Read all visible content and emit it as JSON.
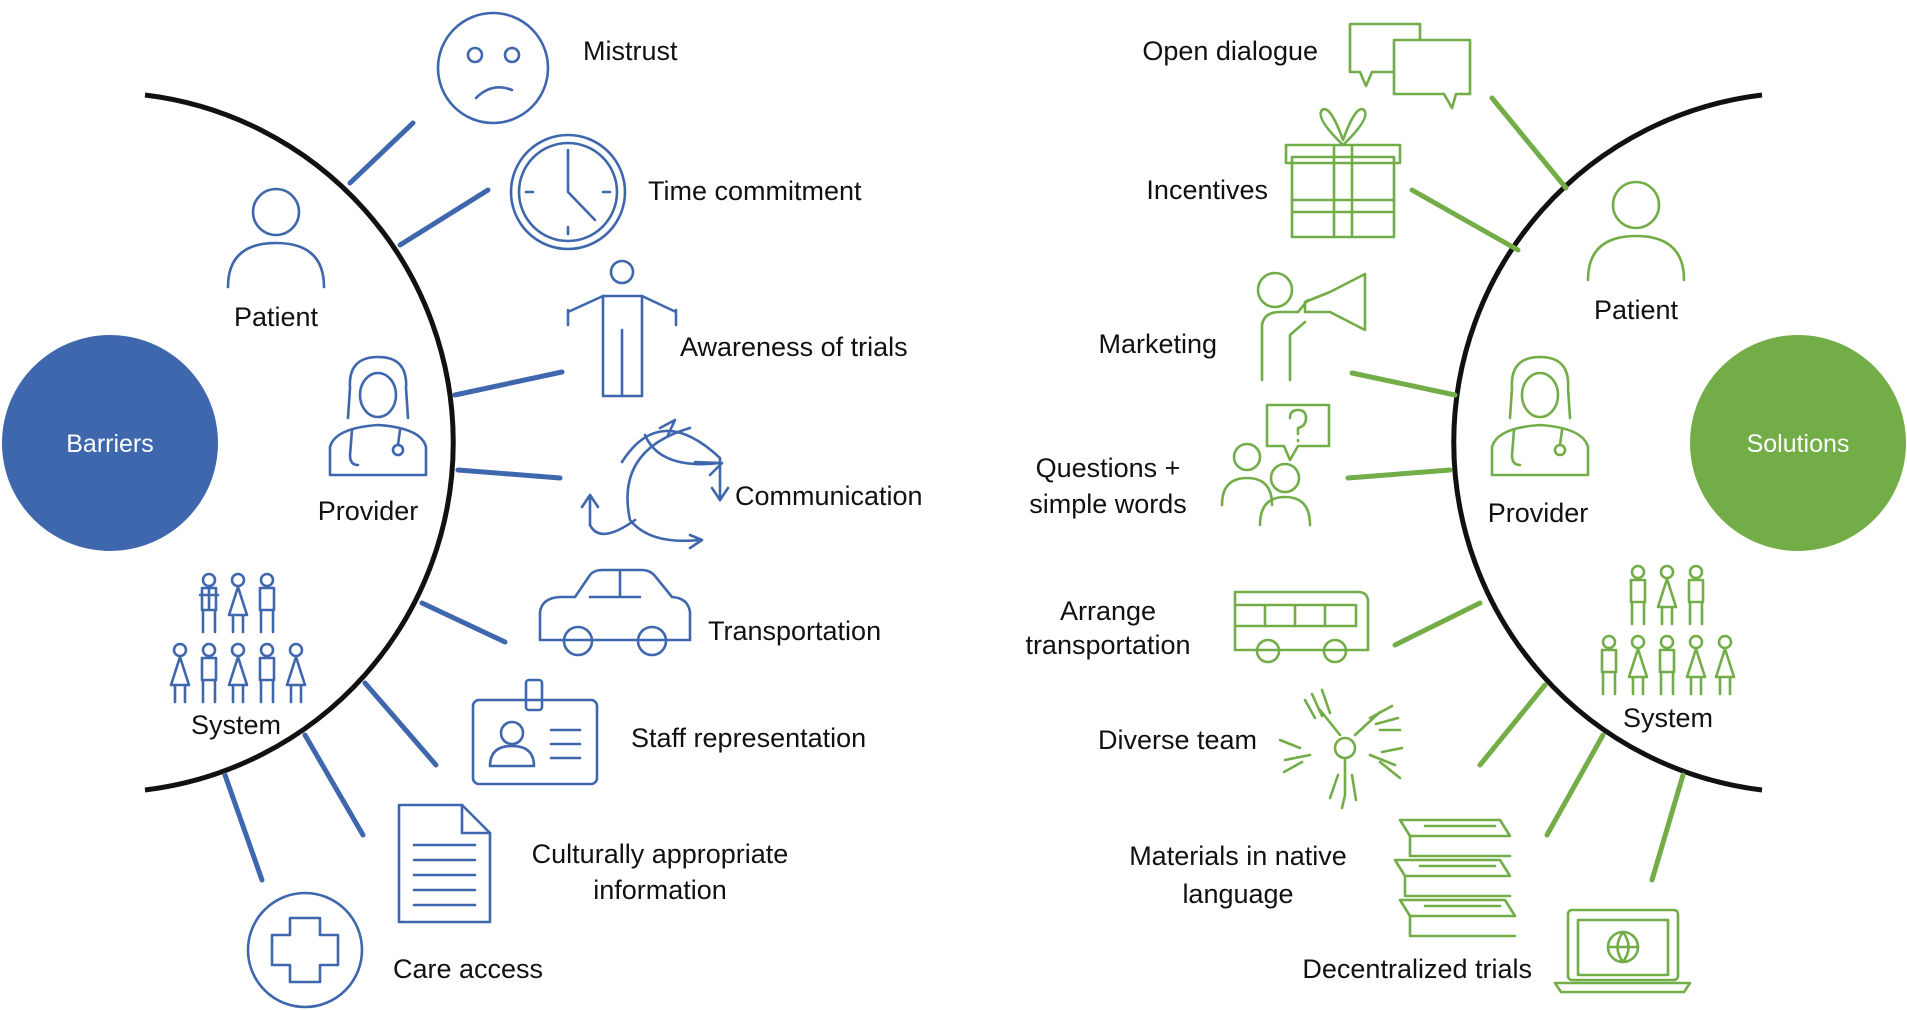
{
  "colors": {
    "barriers": "#3f67ad",
    "solutions": "#72ad48",
    "arc": "#111111"
  },
  "barriers": {
    "center_label": "Barriers",
    "levels": {
      "patient": "Patient",
      "provider": "Provider",
      "system": "System"
    },
    "items": [
      {
        "label": "Mistrust",
        "icon": "sad-face-icon"
      },
      {
        "label": "Time commitment",
        "icon": "clock-icon"
      },
      {
        "label": "Awareness of trials",
        "icon": "confused-person-icon"
      },
      {
        "label": "Communication",
        "icon": "crossing-arrows-icon"
      },
      {
        "label": "Transportation",
        "icon": "car-icon"
      },
      {
        "label": "Staff representation",
        "icon": "id-badge-icon"
      },
      {
        "label_lines": [
          "Culturally appropriate",
          "information"
        ],
        "icon": "document-icon"
      },
      {
        "label": "Care access",
        "icon": "medical-cross-icon"
      }
    ]
  },
  "solutions": {
    "center_label": "Solutions",
    "levels": {
      "patient": "Patient",
      "provider": "Provider",
      "system": "System"
    },
    "items": [
      {
        "label": "Open dialogue",
        "icon": "speech-bubbles-icon"
      },
      {
        "label": "Incentives",
        "icon": "gift-icon"
      },
      {
        "label": "Marketing",
        "icon": "megaphone-person-icon"
      },
      {
        "label_lines": [
          "Questions +",
          "simple words"
        ],
        "icon": "question-bubble-people-icon"
      },
      {
        "label_lines": [
          "Arrange",
          "transportation"
        ],
        "icon": "bus-icon"
      },
      {
        "label": "Diverse team",
        "icon": "joined-hands-icon"
      },
      {
        "label_lines": [
          "Materials in native",
          "language"
        ],
        "icon": "books-icon"
      },
      {
        "label": "Decentralized trials",
        "icon": "laptop-globe-icon"
      }
    ]
  }
}
